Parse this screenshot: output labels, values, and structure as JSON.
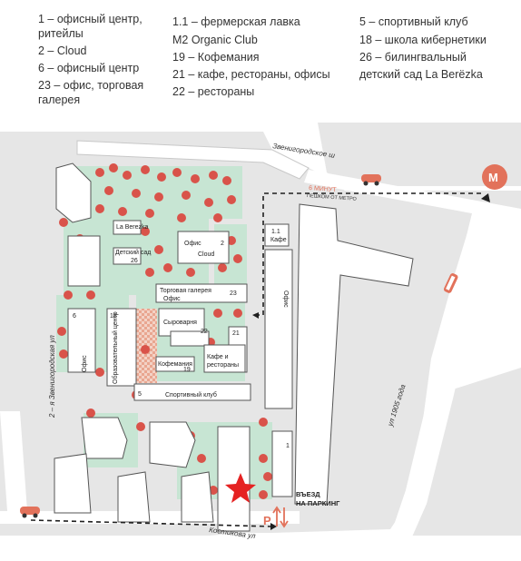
{
  "legend": {
    "col1": [
      "1 – офисный центр,",
      "ритейлы",
      "2 – Cloud",
      "6 – офисный центр",
      "23 – офис, торговая",
      "галерея"
    ],
    "col2": [
      "1.1 – фермерская лавка",
      "M2 Organic Club",
      "19 – Кофемания",
      "21 – кафе, рестораны, офисы",
      "22 – рестораны"
    ],
    "col3": [
      "5 – спортивный клуб",
      "18 – школа кибернетики",
      "26 – билингвальный",
      "детский сад La Berëzka"
    ]
  },
  "map": {
    "streets": {
      "zvenigorodskoe": "Звенигородское ш",
      "zvenigorodskaya2": "2 – я Звенигородская ул",
      "ul1905": "ул 1905 года",
      "kostikova": "Костикова ул"
    },
    "metro": {
      "letter": "М",
      "walk_time": "6 МИНУТ",
      "walk_note": "ПЕШКОМ ОТ МЕТРО"
    },
    "parking": {
      "line1": "ВЪЕЗД",
      "line2": "НА ПАРКИНГ"
    },
    "labels": {
      "b1": "1",
      "b11_num": "1.1",
      "b11_name": "Кафе",
      "b2_name": "Офис",
      "b2_sub": "Cloud",
      "b2_num": "2",
      "b23_name": "Торговая галерея",
      "b23_sub": "Офис",
      "b23_num": "23",
      "b22_name": "Сыроварня",
      "b22_num": "22",
      "b21_num": "21",
      "b21_name1": "Кафе и",
      "b21_name2": "рестораны",
      "b19_name": "Кофемания",
      "b19_num": "19",
      "b18_num": "18",
      "b18_name": "Образовательный центр",
      "b6_num": "6",
      "b6_name": "Офис",
      "b5_num": "5",
      "b5_name": "Спортивный клуб",
      "kg_top": "La Berezka",
      "kg_name": "Детский сад",
      "kg_num": "26",
      "office_right": "Офис",
      "parking_p": "P"
    },
    "colors": {
      "tree": "#d9534a",
      "green": "#c7e5d3",
      "route": "#1f1f1f",
      "star": "#e52222",
      "car": "#e2725b",
      "metro": "#e2725b"
    }
  }
}
